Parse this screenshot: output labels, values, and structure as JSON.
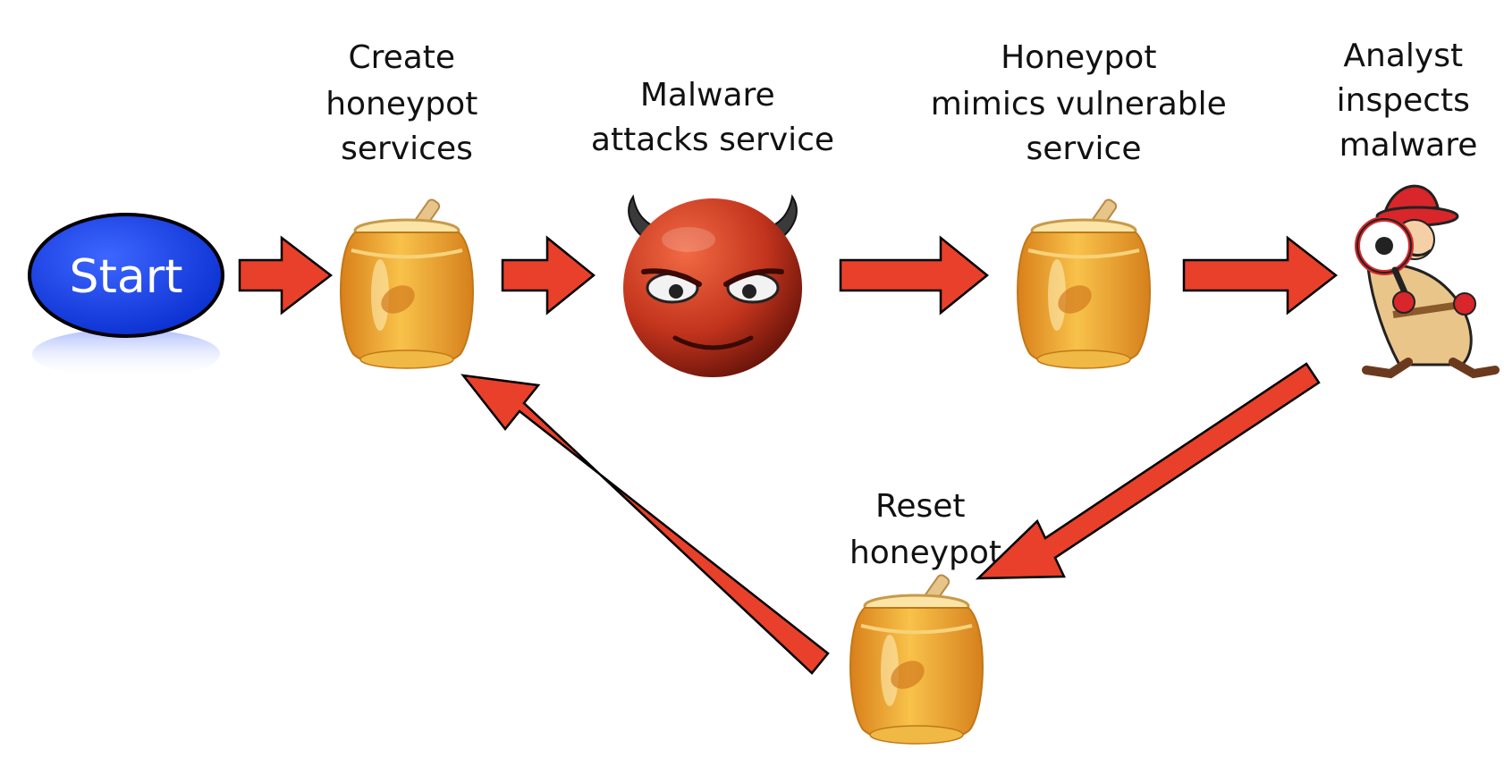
{
  "start": {
    "label": "Start"
  },
  "steps": {
    "create": [
      "Create",
      "honeypot",
      "services"
    ],
    "malware": [
      "Malware",
      "attacks service"
    ],
    "mimic": [
      "Honeypot",
      "mimics vulnerable",
      "service"
    ],
    "analyst": [
      "Analyst",
      "inspects",
      "malware"
    ],
    "reset": [
      "Reset",
      "honeypot"
    ]
  },
  "colors": {
    "arrow_fill": "#e8402a",
    "arrow_stroke": "#000000",
    "start_fill": "#1a3fe0",
    "honey": "#f3a623",
    "devil": "#c0331d"
  },
  "icons": [
    "honeypot-jar-icon",
    "devil-face-icon",
    "detective-icon"
  ]
}
